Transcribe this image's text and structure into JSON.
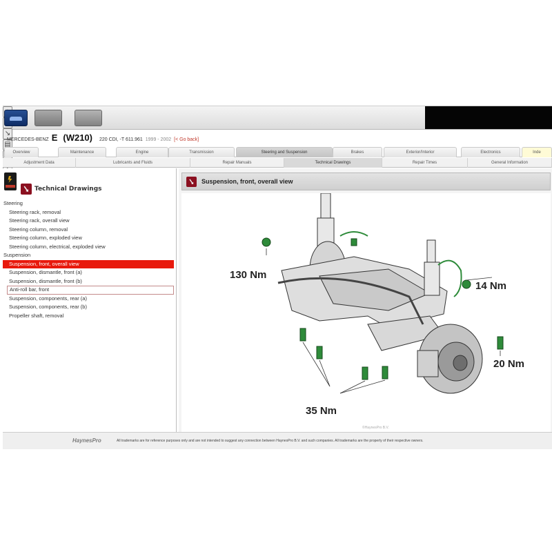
{
  "toolbar": {
    "buttons": [
      "car-selection",
      "vehicle-data",
      "technical-data"
    ],
    "small_icons": [
      "⌖",
      "⎙",
      "↘",
      "▤",
      "✎",
      "?"
    ]
  },
  "vehicle": {
    "make": "MERCEDES-BENZ",
    "model": "E",
    "code": "(W210)",
    "engine": "220 CDI, -T 611.961",
    "years": "1999 - 2002",
    "back_link": "[< Go back]"
  },
  "main_tabs": [
    "Overview",
    "Maintenance",
    "Engine",
    "Transmission",
    "Steering and Suspension",
    "Brakes",
    "Exterior/Interior",
    "Electronics",
    "Inde"
  ],
  "main_tab_active": "Steering and Suspension",
  "sub_tabs": [
    "Adjustment Data",
    "Lubricants and Fluids",
    "Repair Manuals",
    "Technical Drawings",
    "Repair Times",
    "General Information"
  ],
  "sub_tab_active": "Technical Drawings",
  "left_panel": {
    "title": "Technical Drawings",
    "groups": [
      {
        "name": "Steering",
        "items": [
          "Steering rack, removal",
          "Steering rack, overall view",
          "Steering column, removal",
          "Steering column, exploded view",
          "Steering column, electrical, exploded view"
        ]
      },
      {
        "name": "Suspension",
        "items": [
          "Suspension, front, overall view",
          "Suspension, dismantle, front (a)",
          "Suspension, dismantle, front (b)",
          "Anti-roll bar, front",
          "Suspension, components, rear (a)",
          "Suspension, components, rear (b)",
          "Propeller shaft, removal"
        ]
      }
    ],
    "selected_item": "Suspension, front, overall view",
    "outlined_item": "Anti-roll bar, front"
  },
  "drawing": {
    "title": "Suspension, front, overall view",
    "torque_labels": [
      "130 Nm",
      "14 Nm",
      "20 Nm",
      "35 Nm"
    ],
    "copyright": "©HaynesPro B.V.",
    "bolt_color": "#2e8b3a"
  },
  "footer": {
    "logo": "HaynesPro",
    "note": "All trademarks are for reference purposes only and are not intended to suggest any connection between HaynesPro B.V. and such companies. All trademarks are the property of their respective owners."
  },
  "colors": {
    "selected_row": "#e8190c",
    "accent_red": "#8b1020"
  }
}
